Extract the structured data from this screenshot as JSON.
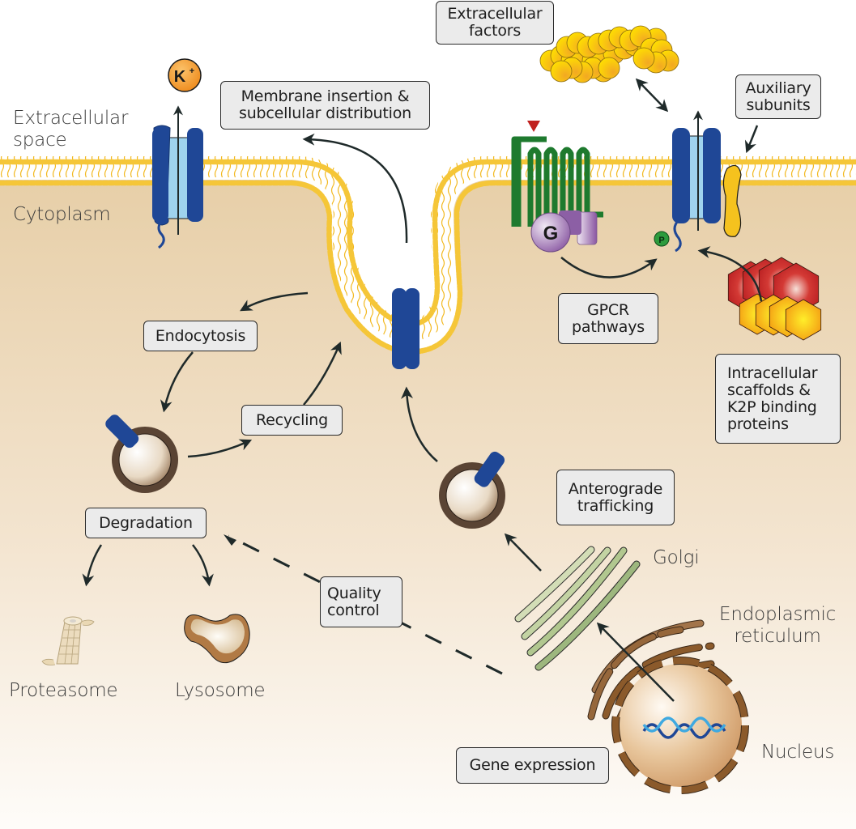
{
  "diagram": {
    "title": "K2P channel regulation and trafficking",
    "regions": {
      "extracellular": [
        "Extracellular",
        "space"
      ],
      "cytoplasm": "Cytoplasm"
    },
    "ion": {
      "symbol": "K",
      "superscript": "+"
    },
    "gprotein_letter": "G",
    "phospho_letter": "P",
    "boxes": {
      "extracellular_factors": [
        "Extracellular",
        "factors"
      ],
      "membrane_insertion": [
        "Membrane insertion &",
        "subcellular distribution"
      ],
      "auxiliary_subunits": [
        "Auxiliary",
        "subunits"
      ],
      "endocytosis": [
        "Endocytosis"
      ],
      "recycling": [
        "Recycling"
      ],
      "degradation": [
        "Degradation"
      ],
      "gpcr_pathways": [
        "GPCR",
        "pathways"
      ],
      "intracellular_scaffolds": [
        "Intracellular",
        "scaffolds &",
        "K2P binding",
        "proteins"
      ],
      "anterograde_trafficking": [
        "Anterograde",
        "trafficking"
      ],
      "quality_control": [
        "Quality",
        "control"
      ],
      "gene_expression": [
        "Gene expression"
      ]
    },
    "organelles": {
      "golgi": "Golgi",
      "er": [
        "Endoplasmic",
        "reticulum"
      ],
      "nucleus": "Nucleus",
      "proteasome": "Proteasome",
      "lysosome": "Lysosome"
    },
    "colors": {
      "channel_dark": "#1f4796",
      "channel_pore": "#9fd3ee",
      "lipid_head": "#f2c12e",
      "cytoplasm_top": "#e8d0aa",
      "cytoplasm_bottom": "#fdfaf6",
      "gpcr_green": "#1e7a2e",
      "gprotein_purple": "#a78bbd",
      "arrow": "#1f2a2a",
      "box_fill": "#ebebeb",
      "scaffold_red": "#c8262a",
      "scaffold_orange": "#f7a712",
      "golgi_green": "#a9bf8c",
      "er_brown": "#8b5a2b",
      "nucleus_fill": "#e2b98c",
      "dna_dark": "#1f4796",
      "dna_light": "#3fa9e0"
    }
  }
}
